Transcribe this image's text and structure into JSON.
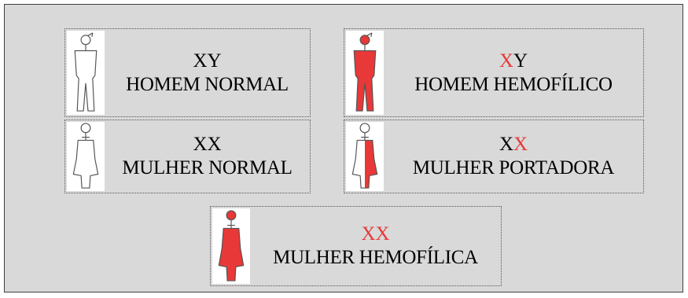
{
  "colors": {
    "affected": "#e83838",
    "normal": "#ffffff",
    "outline": "#555555",
    "background": "#d9d9d9"
  },
  "cards": [
    {
      "id": "homem-normal",
      "icon": "man-figure-icon",
      "chromosomes": [
        "X",
        "Y"
      ],
      "affected_chromosomes": [
        false,
        false
      ],
      "fill": "normal",
      "name": "HOMEM NORMAL"
    },
    {
      "id": "homem-hemofilico",
      "icon": "man-figure-icon",
      "chromosomes": [
        "X",
        "Y"
      ],
      "affected_chromosomes": [
        true,
        false
      ],
      "fill": "affected",
      "name": "HOMEM HEMOFÍLICO"
    },
    {
      "id": "mulher-normal",
      "icon": "woman-figure-icon",
      "chromosomes": [
        "X",
        "X"
      ],
      "affected_chromosomes": [
        false,
        false
      ],
      "fill": "normal",
      "name": "MULHER NORMAL"
    },
    {
      "id": "mulher-portadora",
      "icon": "woman-figure-icon",
      "chromosomes": [
        "X",
        "X"
      ],
      "affected_chromosomes": [
        false,
        true
      ],
      "fill": "half",
      "name": "MULHER PORTADORA"
    },
    {
      "id": "mulher-hemofilica",
      "icon": "woman-figure-icon",
      "chromosomes": [
        "X",
        "X"
      ],
      "affected_chromosomes": [
        true,
        true
      ],
      "fill": "affected",
      "name": "MULHER HEMOFÍLICA"
    }
  ]
}
